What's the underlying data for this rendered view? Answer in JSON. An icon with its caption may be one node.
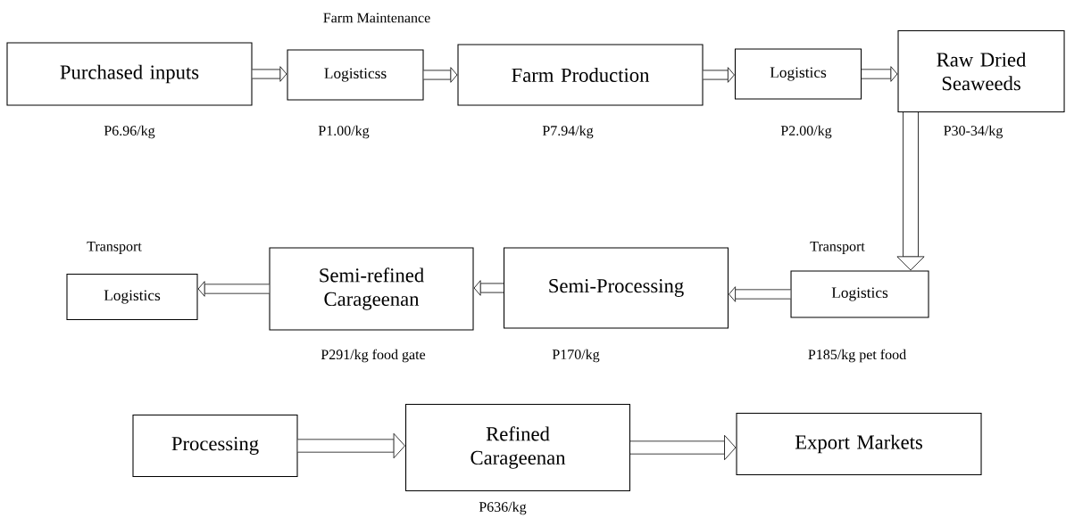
{
  "diagram": {
    "nodes": [
      {
        "text": [
          "Purchased inputs"
        ],
        "beside": [
          "P6.96/kg"
        ]
      },
      {
        "text": [
          "Logisticss"
        ],
        "beside": [
          "Farm Maintenance",
          "P1.00/kg"
        ]
      },
      {
        "text": [
          "Farm Production"
        ],
        "beside": [
          "P7.94/kg"
        ]
      },
      {
        "text": [
          "Logistics"
        ],
        "beside": [
          "P2.00/kg"
        ]
      },
      {
        "text": [
          "Raw Dried Seaweeds"
        ],
        "beside": [
          "P30-34/kg"
        ]
      },
      {
        "text": [
          "Logistics"
        ],
        "beside": [
          "Transport",
          "P185/kg pet food"
        ]
      },
      {
        "text": [
          "Semi-Processing"
        ],
        "beside": [
          "P170/kg"
        ]
      },
      {
        "text": [
          "Semi-refined Carageenan"
        ],
        "beside": [
          "P291/kg food gate"
        ]
      },
      {
        "text": [
          "Logistics"
        ],
        "beside": [
          "Transport"
        ]
      },
      {
        "text": [
          "Processing"
        ]
      },
      {
        "text": [
          "Refined Carageenan"
        ],
        "beside": [
          "P636/kg"
        ]
      },
      {
        "text": [
          "Export Markets"
        ]
      }
    ],
    "edges": [
      {
        "from": 0,
        "to": 1,
        "arrow": "to"
      },
      {
        "from": 1,
        "to": 2,
        "arrow": "to"
      },
      {
        "from": 2,
        "to": 3,
        "arrow": "to"
      },
      {
        "from": 3,
        "to": 4,
        "arrow": "to"
      },
      {
        "from": 4,
        "to": 5,
        "arrow": "to"
      },
      {
        "from": 5,
        "to": 6,
        "arrow": "to"
      },
      {
        "from": 6,
        "to": 7,
        "arrow": "to"
      },
      {
        "from": 7,
        "to": 8,
        "arrow": "to"
      },
      {
        "from": 9,
        "to": 10,
        "arrow": "to"
      },
      {
        "from": 10,
        "to": 11,
        "arrow": "to"
      }
    ]
  }
}
